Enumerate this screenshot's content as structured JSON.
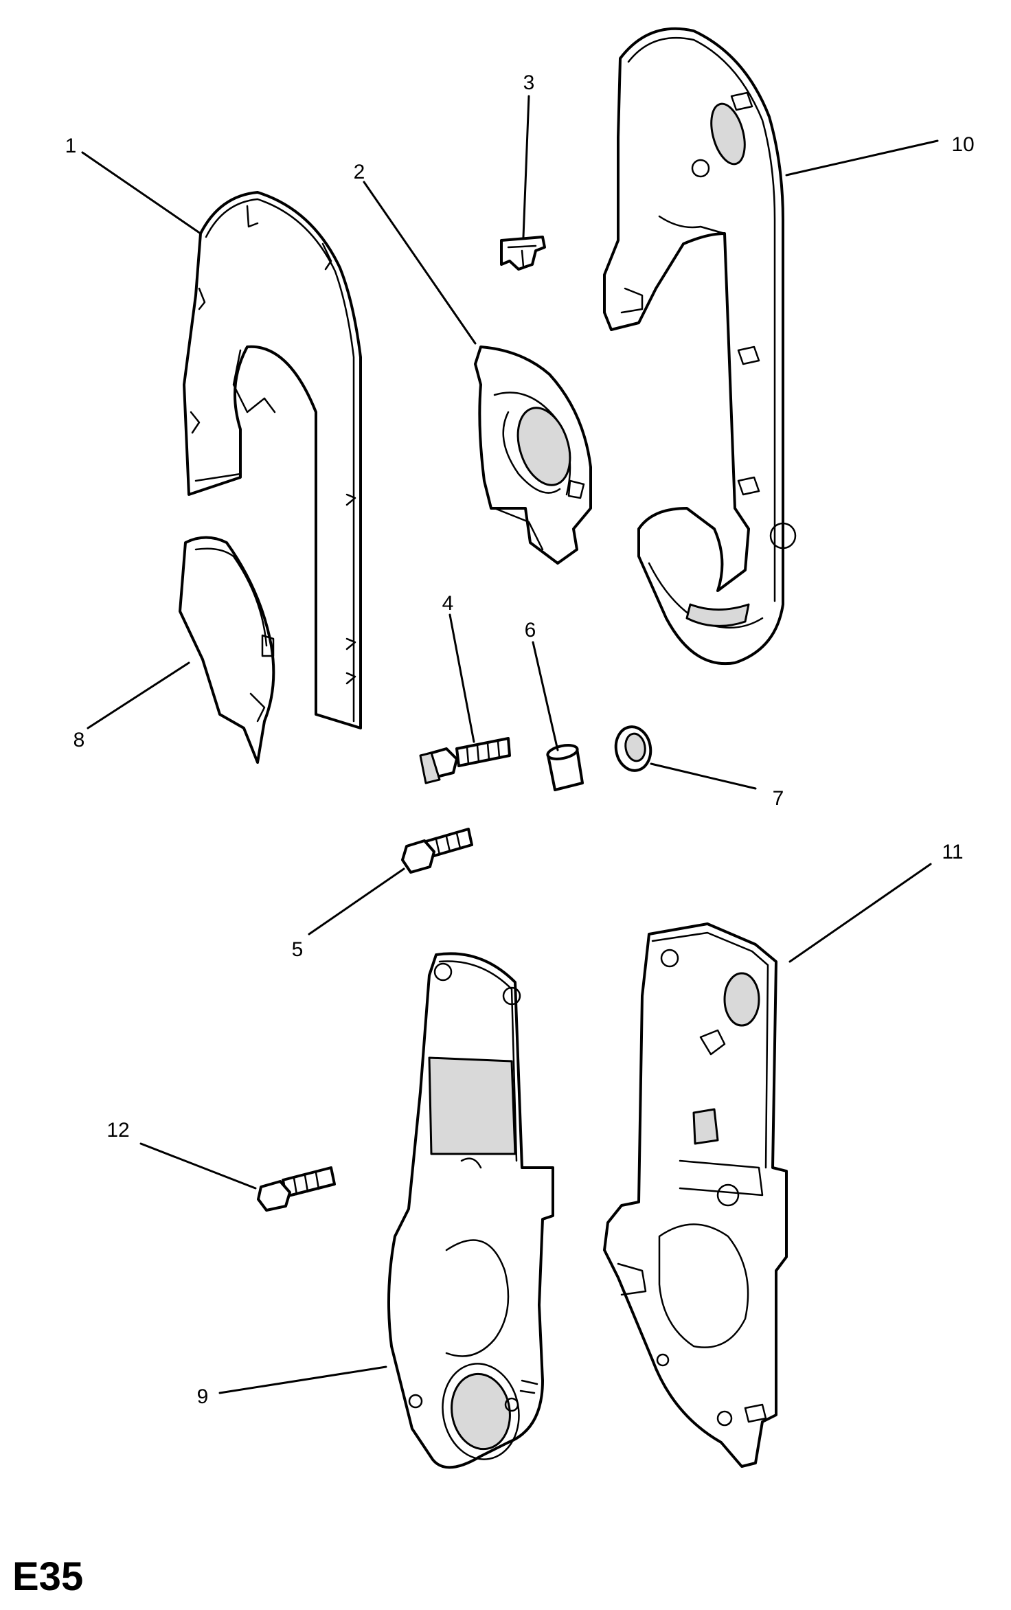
{
  "diagram": {
    "code": "E35",
    "callouts": {
      "c1": "1",
      "c2": "2",
      "c3": "3",
      "c4": "4",
      "c5": "5",
      "c6": "6",
      "c7": "7",
      "c8": "8",
      "c9": "9",
      "c10": "10",
      "c11": "11",
      "c12": "12"
    }
  }
}
